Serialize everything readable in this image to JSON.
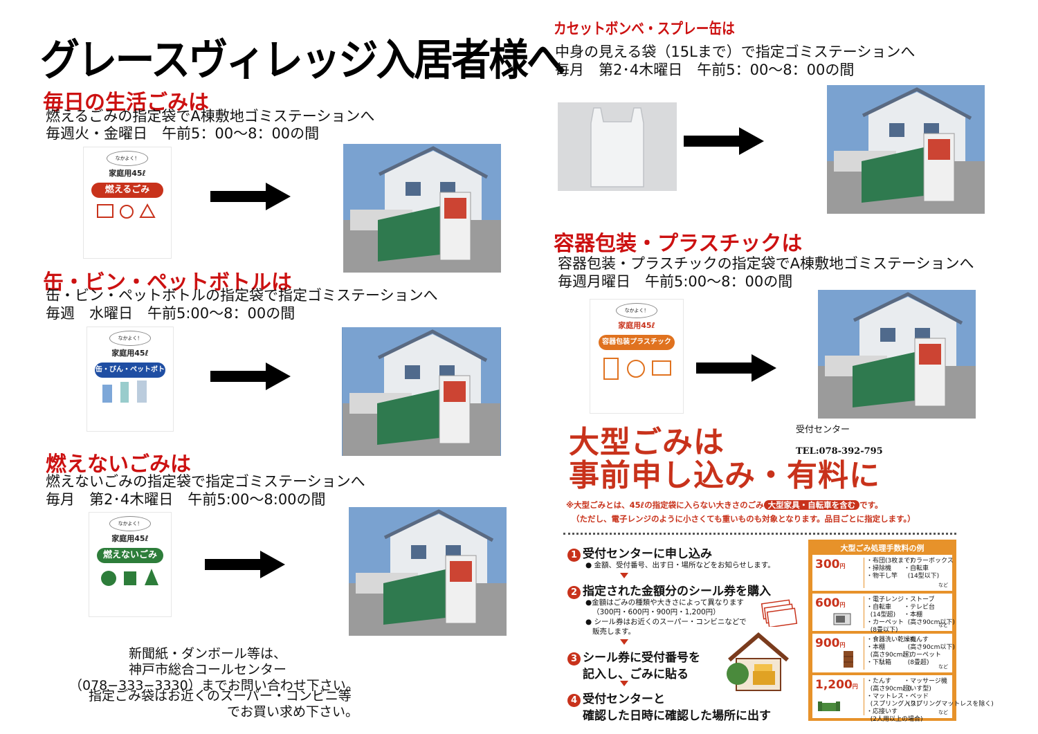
{
  "title": "グレースヴィレッジ入居者様へ",
  "sections": {
    "daily": {
      "heading": "毎日の生活ごみは",
      "line1": "燃えるごみの指定袋でA棟敷地ゴミステーションへ",
      "line2": "毎週火・金曜日　午前5：00～8：00の間",
      "bag_label": "燃えるごみ",
      "color": "#c8321b"
    },
    "cans": {
      "heading": "缶・ビン・ペットボトルは",
      "line1": "缶・ビン・ペットボトルの指定袋で指定ゴミステーションへ",
      "line2": "毎週　水曜日　午前5:00～8：00の間",
      "bag_label": "缶・びん・ペットボトル",
      "color": "#1f4ea3"
    },
    "nonburn": {
      "heading": "燃えないごみは",
      "line1": "燃えないごみの指定袋で指定ゴミステーションへ",
      "line2": "毎月　第2･4木曜日　午前5:00～8:00の間",
      "bag_label": "燃えないごみ",
      "color": "#2d7d3a"
    },
    "spray": {
      "heading": "カセットボンベ・スプレー缶は",
      "line1": "中身の見える袋（15Lまで）で指定ゴミステーションへ",
      "line2": "毎月　第2･4木曜日　午前5：00～8：00の間"
    },
    "plastic": {
      "heading": "容器包装・プラスチックは",
      "line1": "容器包装・プラスチックの指定袋でA棟敷地ゴミステーションへ",
      "line2": "毎週月曜日　午前5:00～8：00の間",
      "bag_label": "容器包装プラスチック",
      "color": "#e0721f"
    }
  },
  "bag_common": {
    "brand": "家庭用45ℓ",
    "bubble": "なかよく！"
  },
  "newspaper_note": {
    "line1": "新聞紙・ダンボール等は、",
    "line2": "神戸市総合コールセンター",
    "line3": "（078−333−3330）までお問い合わせ下さい。",
    "line4": "指定ごみ袋はお近くのスーパー・コンビニ等",
    "line5": "でお買い求め下さい。"
  },
  "reception": {
    "label": "受付センター",
    "tel": "TEL:078-392-795"
  },
  "large": {
    "title_line1": "大型ごみは",
    "title_line2": "事前申し込み・有料に",
    "note1_pre": "※大型ごみとは、45ℓの指定袋に入らない大きさのごみ",
    "note1_pill": "大型家具・自転車を含む",
    "note1_post": "です。",
    "note2": "（ただし、電子レンジのように小さくても重いものも対象となります。品目ごとに指定します。）",
    "steps": [
      {
        "num": "1",
        "title": "受付センターに申し込み",
        "text": [
          "● 金額、受付番号、出す日・場所などをお知らせします。"
        ]
      },
      {
        "num": "2",
        "title": "指定された金額分のシール券を購入",
        "text": [
          "●金額はごみの種類や大きさによって異なります",
          "（300円・600円・900円・1,200円）",
          "● シール券はお近くのスーパー・コンビニなどで",
          "販売します。"
        ]
      },
      {
        "num": "3",
        "title": "シール券に受付番号を",
        "title2": "記入し、ごみに貼る"
      },
      {
        "num": "4",
        "title": "受付センターと",
        "title2": "確認した日時に確認した場所に出す"
      }
    ],
    "fee_table": {
      "header": "大型ごみ処理手数料の例",
      "unit": "円",
      "nado": "など",
      "rows": [
        {
          "price": "300",
          "col1": "・布団(3枚まで)\n・掃除機\n・物干し竿",
          "col2": "・カラーボックス\n・自転車\n  (14型以下)"
        },
        {
          "price": "600",
          "col1": "・電子レンジ\n・自転車\n  (14型超)\n・カーペット\n  (8畳以下)",
          "col2": "・ストーブ\n・テレビ台\n・本棚\n  (高さ90cm以下)"
        },
        {
          "price": "900",
          "col1": "・食器洗い乾燥機\n・本棚\n  (高さ90cm超)\n・下駄箱",
          "col2": "・たんす\n  (高さ90cm以下)\n・カーペット\n  (8畳超)"
        },
        {
          "price": "1,200",
          "col1": "・たんす\n  (高さ90cm超)\n・マットレス\n  (スプリング入り)\n・応接いす\n  (2人用以上の場合)",
          "col2": "・マッサージ機\n  (いす型)\n・ベッド\n  (スプリングマットレスを除く)"
        }
      ]
    }
  }
}
